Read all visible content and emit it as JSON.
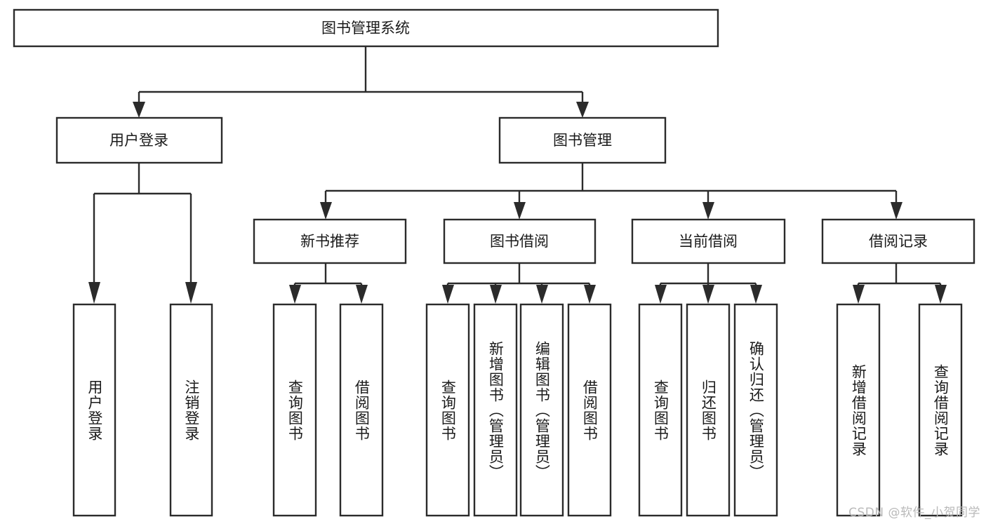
{
  "diagram": {
    "title": "图书管理系统",
    "type": "tree",
    "root": {
      "id": "root",
      "label": "图书管理系统",
      "orientation": "horizontal"
    },
    "level2": [
      {
        "id": "user-login",
        "label": "用户登录",
        "orientation": "horizontal"
      },
      {
        "id": "book-management",
        "label": "图书管理",
        "orientation": "horizontal"
      }
    ],
    "level3": [
      {
        "id": "new-book-recommend",
        "label": "新书推荐",
        "orientation": "horizontal",
        "parent": "book-management"
      },
      {
        "id": "book-borrow",
        "label": "图书借阅",
        "orientation": "horizontal",
        "parent": "book-management"
      },
      {
        "id": "current-borrow",
        "label": "当前借阅",
        "orientation": "horizontal",
        "parent": "book-management"
      },
      {
        "id": "borrow-record",
        "label": "借阅记录",
        "orientation": "horizontal",
        "parent": "book-management"
      }
    ],
    "leaves": [
      {
        "id": "leaf-user-login",
        "label": "用户登录",
        "orientation": "vertical",
        "parent": "user-login"
      },
      {
        "id": "leaf-logout-login",
        "label": "注销登录",
        "orientation": "vertical",
        "parent": "user-login"
      },
      {
        "id": "leaf-query-book-1",
        "label": "查询图书",
        "orientation": "vertical",
        "parent": "new-book-recommend"
      },
      {
        "id": "leaf-borrow-book-1",
        "label": "借阅图书",
        "orientation": "vertical",
        "parent": "new-book-recommend"
      },
      {
        "id": "leaf-query-book-2",
        "label": "查询图书",
        "orientation": "vertical",
        "parent": "book-borrow"
      },
      {
        "id": "leaf-add-book",
        "label": "新增图书（管理员）",
        "orientation": "vertical",
        "parent": "book-borrow"
      },
      {
        "id": "leaf-edit-book",
        "label": "编辑图书（管理员）",
        "orientation": "vertical",
        "parent": "book-borrow"
      },
      {
        "id": "leaf-borrow-book-2",
        "label": "借阅图书",
        "orientation": "vertical",
        "parent": "book-borrow"
      },
      {
        "id": "leaf-query-book-3",
        "label": "查询图书",
        "orientation": "vertical",
        "parent": "current-borrow"
      },
      {
        "id": "leaf-return-book",
        "label": "归还图书",
        "orientation": "vertical",
        "parent": "current-borrow"
      },
      {
        "id": "leaf-confirm-return",
        "label": "确认归还（管理员）",
        "orientation": "vertical",
        "parent": "current-borrow"
      },
      {
        "id": "leaf-add-record",
        "label": "新增借阅记录",
        "orientation": "vertical",
        "parent": "borrow-record"
      },
      {
        "id": "leaf-query-record",
        "label": "查询借阅记录",
        "orientation": "vertical",
        "parent": "borrow-record"
      }
    ],
    "watermark": "CSDN @软件_小贺同学",
    "colors": {
      "stroke": "#2b2b2b",
      "fill": "#ffffff",
      "text": "#1a1a1a",
      "watermark": "#b9b9b9"
    }
  }
}
